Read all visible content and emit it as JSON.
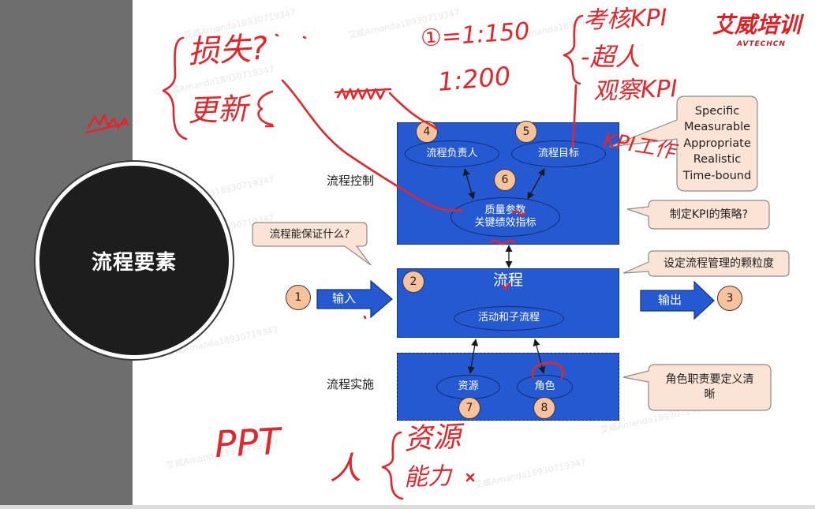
{
  "slide": {
    "circle_title": "流程要素",
    "logo": {
      "text": "艾威培训",
      "sub": "AVTECHCN"
    },
    "watermark": "艾威Amanda18930719347"
  },
  "diagram": {
    "control_label": "流程控制",
    "implementation_label": "流程实施",
    "process_title": "流程",
    "owner": "流程负责人",
    "goal": "流程目标",
    "quality": [
      "质量参数",
      "关键绩效指标"
    ],
    "activities": "活动和子流程",
    "input": "输入",
    "output": "输出",
    "resources": "资源",
    "roles": "角色",
    "markers": {
      "input": "1",
      "process": "2",
      "output": "3",
      "owner": "4",
      "goal": "5",
      "quality": "6",
      "resources": "7",
      "roles": "8"
    }
  },
  "callouts": {
    "guarantee": "流程能保证什么?",
    "kpi_strategy": "制定KPI的策略?",
    "granularity": "设定流程管理的颗粒度",
    "smart": [
      "Specific",
      "Measurable",
      "Appropriate",
      "Realistic",
      "Time-bound"
    ],
    "role_definition": "角色职责要定义清晰"
  },
  "handwriting": {
    "loss": "损失?",
    "update": "更新",
    "ratio_1": "①=1:150",
    "ratio_2": "1:200",
    "kpi_assess": "考核KPI",
    "superman": "-超人",
    "kpi_observe": "观察KPI",
    "kpi_work": "KPI工作",
    "ppt": "PPT",
    "person": "人",
    "resources": "资源",
    "ability": "能力"
  },
  "colors": {
    "box_blue": "#2459d1",
    "box_border": "#16368a",
    "marker_fill": "#f7c29c",
    "callout_fill": "#fbe4d6",
    "ink": "#e3262b",
    "logo_red": "#e11d23",
    "band_gray": "#6e6e6e"
  }
}
